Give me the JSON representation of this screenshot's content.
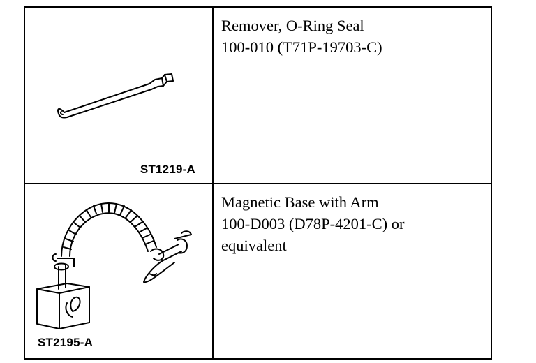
{
  "tools": [
    {
      "figure_label": "ST1219-A",
      "description_lines": [
        "Remover, O-Ring Seal",
        "100-010 (T71P-19703-C)"
      ],
      "illustration_icon": "o-ring-seal-remover-icon"
    },
    {
      "figure_label": "ST2195-A",
      "description_lines": [
        "Magnetic Base with Arm",
        "100-D003 (D78P-4201-C) or",
        "equivalent"
      ],
      "illustration_icon": "magnetic-base-with-arm-icon"
    }
  ]
}
